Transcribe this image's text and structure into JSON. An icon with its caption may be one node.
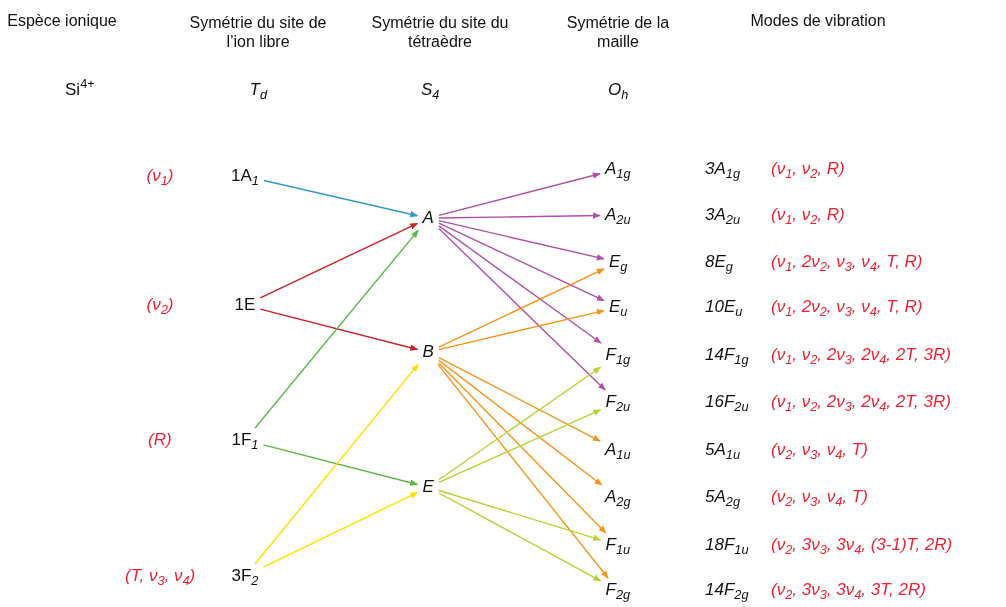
{
  "diagram": {
    "nodes": [
      {
        "text": [
          "1A$_{1}$"
        ],
        "beside": [
          "(ν$_{1}$)"
        ]
      },
      {
        "text": [
          "1E"
        ],
        "beside": [
          "(ν$_{2}$)"
        ]
      },
      {
        "text": [
          "1F$_{1}$"
        ],
        "beside": [
          "(R)"
        ]
      },
      {
        "text": [
          "3F$_{2}$"
        ],
        "beside": [
          "(T, ν$_{3}$, ν$_{4}$)"
        ]
      },
      {
        "text": [
          "A"
        ]
      },
      {
        "text": [
          "B"
        ]
      },
      {
        "text": [
          "E"
        ]
      },
      {
        "text": [
          "A$_{1g}$"
        ]
      },
      {
        "text": [
          "A$_{2u}$"
        ]
      },
      {
        "text": [
          "E$_{g}$"
        ]
      },
      {
        "text": [
          "E$_{u}$"
        ]
      },
      {
        "text": [
          "F$_{1g}$"
        ]
      },
      {
        "text": [
          "F$_{2u}$"
        ]
      },
      {
        "text": [
          "A$_{1u}$"
        ]
      },
      {
        "text": [
          "A$_{2g}$"
        ]
      },
      {
        "text": [
          "F$_{1u}$"
        ]
      },
      {
        "text": [
          "F$_{2g}$"
        ]
      }
    ],
    "edges": [
      {
        "from": 0,
        "to": 4,
        "arrow": "to",
        "color": "#3399cc"
      },
      {
        "from": 1,
        "to": 4,
        "arrow": "to",
        "color": "#cc2229"
      },
      {
        "from": 1,
        "to": 5,
        "arrow": "to",
        "color": "#cc2229"
      },
      {
        "from": 2,
        "to": 4,
        "arrow": "to",
        "color": "#5cb848"
      },
      {
        "from": 2,
        "to": 6,
        "arrow": "to",
        "color": "#5cb848"
      },
      {
        "from": 3,
        "to": 5,
        "arrow": "to",
        "color": "#ffe000"
      },
      {
        "from": 3,
        "to": 6,
        "arrow": "to",
        "color": "#ffe000"
      },
      {
        "from": 4,
        "to": 7,
        "arrow": "to",
        "color": "#b050a8"
      },
      {
        "from": 4,
        "to": 8,
        "arrow": "to",
        "color": "#b050a8"
      },
      {
        "from": 4,
        "to": 9,
        "arrow": "to",
        "color": "#b050a8"
      },
      {
        "from": 4,
        "to": 10,
        "arrow": "to",
        "color": "#b050a8"
      },
      {
        "from": 4,
        "to": 11,
        "arrow": "to",
        "color": "#b050a8"
      },
      {
        "from": 4,
        "to": 12,
        "arrow": "to",
        "color": "#b050a8"
      },
      {
        "from": 5,
        "to": 9,
        "arrow": "to",
        "color": "#f7941d"
      },
      {
        "from": 5,
        "to": 10,
        "arrow": "to",
        "color": "#f7941d"
      },
      {
        "from": 5,
        "to": 13,
        "arrow": "to",
        "color": "#f7941d"
      },
      {
        "from": 5,
        "to": 14,
        "arrow": "to",
        "color": "#f7941d"
      },
      {
        "from": 5,
        "to": 15,
        "arrow": "to",
        "color": "#f7941d"
      },
      {
        "from": 5,
        "to": 16,
        "arrow": "to",
        "color": "#f7941d"
      },
      {
        "from": 6,
        "to": 11,
        "arrow": "to",
        "color": "#b5d334"
      },
      {
        "from": 6,
        "to": 12,
        "arrow": "to",
        "color": "#b5d334"
      },
      {
        "from": 6,
        "to": 15,
        "arrow": "to",
        "color": "#b5d334"
      },
      {
        "from": 6,
        "to": 16,
        "arrow": "to",
        "color": "#b5d334"
      }
    ],
    "labels": [
      "Espèce ionique",
      "Symétrie du site de l’ion libre",
      "Symétrie du site du tétraèdre",
      "Symétrie de la maille",
      "Modes de vibration",
      "Si$^{4+}$",
      "T$_{d}$",
      "S$_{4}$",
      "O$_{h}$",
      "3A$_{1g}$",
      "(ν$_{1}$, ν$_{2}$, R)",
      "3A$_{2u}$",
      "(ν$_{1}$, ν$_{2}$, R)",
      "8E$_{g}$",
      "(ν$_{1}$, 2ν$_{2}$, ν$_{3}$, ν$_{4}$, T, R)",
      "10E$_{u}$",
      "(ν$_{1}$, 2ν$_{2}$, ν$_{3}$, ν$_{4}$, T, R)",
      "14F$_{1g}$",
      "(ν$_{1}$, ν$_{2}$, 2ν$_{3}$, 2ν$_{4}$, 2T, 3R)",
      "16F$_{2u}$",
      "(ν$_{1}$, ν$_{2}$, 2ν$_{3}$, 2ν$_{4}$, 2T, 3R)",
      "5A$_{1u}$",
      "(ν$_{2}$, ν$_{3}$, ν$_{4}$, T)",
      "5A$_{2g}$",
      "(ν$_{2}$, ν$_{3}$, ν$_{4}$, T)",
      "18F$_{1u}$",
      "(ν$_{2}$, 3ν$_{3}$, 3ν$_{4}$, (3-1)T, 2R)",
      "14F$_{2g}$",
      "(ν$_{2}$, 3ν$_{3}$, 3ν$_{4}$, 3T, 2R)"
    ]
  }
}
